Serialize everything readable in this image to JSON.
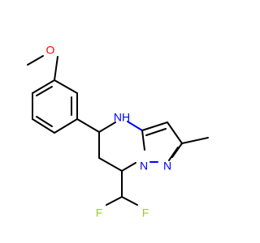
{
  "structure": {
    "atoms": {
      "oxygen": "O",
      "nh": "NH",
      "n_bridge": "N",
      "n_ring": "N",
      "fluorine_left": "F",
      "fluorine_right": "F"
    },
    "colors": {
      "carbon_bond": "#000000",
      "nitrogen": "#0000ff",
      "oxygen": "#ff0000",
      "fluorine": "#9acd32",
      "background": "#ffffff"
    }
  }
}
